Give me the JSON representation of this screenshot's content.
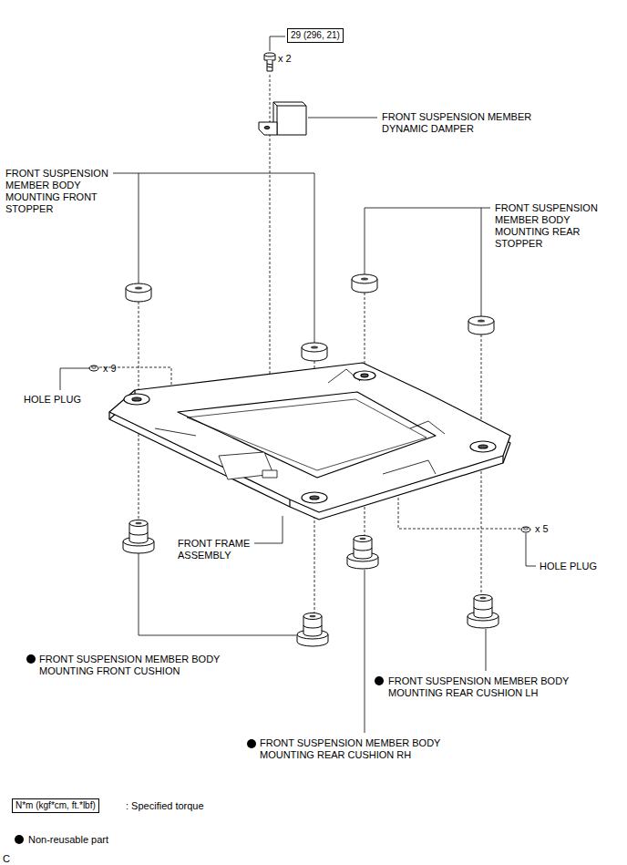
{
  "diagram": {
    "nodes": [
      {
        "text": [
          "29 (296, 21)"
        ]
      },
      {
        "text": [
          "N*m (kgf*cm, ft.*lbf)"
        ]
      }
    ],
    "labels": [
      "x 2",
      "FRONT SUSPENSION MEMBER DYNAMIC DAMPER",
      "FRONT SUSPENSION MEMBER BODY MOUNTING FRONT STOPPER",
      "FRONT SUSPENSION MEMBER BODY MOUNTING REAR STOPPER",
      "x 9",
      "HOLE PLUG",
      "FRONT FRAME ASSEMBLY",
      "x 5",
      "HOLE PLUG",
      "FRONT SUSPENSION MEMBER BODY MOUNTING FRONT CUSHION",
      "FRONT SUSPENSION MEMBER BODY MOUNTING REAR CUSHION LH",
      "FRONT SUSPENSION MEMBER BODY MOUNTING REAR CUSHION RH",
      "C"
    ],
    "legend": [
      {
        "text": ": Specified torque"
      },
      {
        "text": "Non-reusable part"
      }
    ]
  }
}
